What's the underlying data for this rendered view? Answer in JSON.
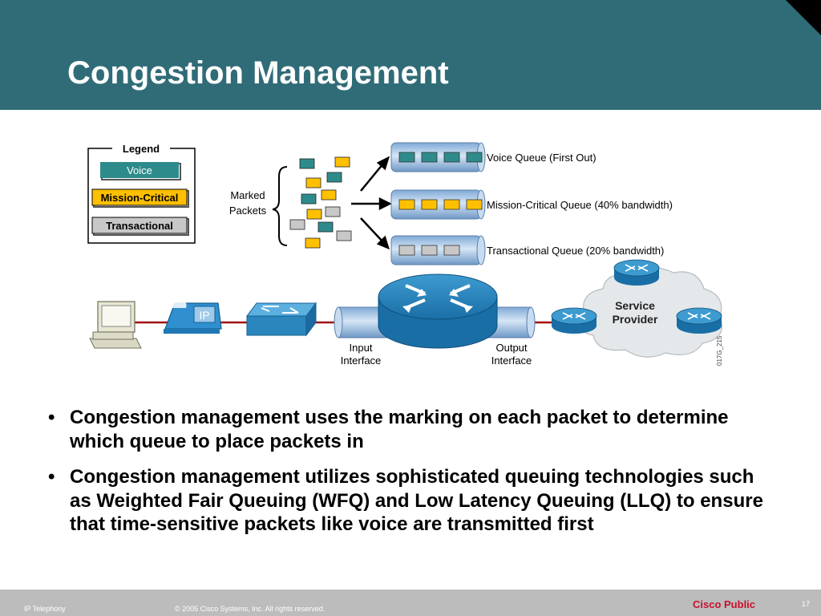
{
  "title": "Congestion Management",
  "legend": {
    "heading": "Legend",
    "items": [
      {
        "label": "Voice",
        "color": "#2e8b8b"
      },
      {
        "label": "Mission-Critical",
        "color": "#ffc000"
      },
      {
        "label": "Transactional",
        "color": "#c8c8c8"
      }
    ]
  },
  "marked_packets": {
    "line1": "Marked",
    "line2": "Packets"
  },
  "queues": [
    {
      "label": "Voice Queue (First Out)",
      "packet_color": "#2e8b8b",
      "packets": 4
    },
    {
      "label": "Mission-Critical Queue (40% bandwidth)",
      "packet_color": "#ffc000",
      "packets": 4
    },
    {
      "label": "Transactional Queue (20% bandwidth)",
      "packet_color": "#c8c8c8",
      "packets": 3
    }
  ],
  "interfaces": {
    "input": {
      "line1": "Input",
      "line2": "Interface"
    },
    "output": {
      "line1": "Output",
      "line2": "Interface"
    }
  },
  "cloud": {
    "line1": "Service",
    "line2": "Provider"
  },
  "phone_label": "IP",
  "figure_code": "017G_215",
  "bullets": [
    {
      "text": "Congestion management uses the marking on each packet to determine which queue to place packets in"
    },
    {
      "text": "Congestion management utilizes sophisticated queuing technologies such as Weighted Fair Queuing (WFQ) and Low Latency Queuing (LLQ) to ensure that time-sensitive packets like voice are transmitted first"
    }
  ],
  "footer": {
    "left": "IP Telephony",
    "copyright": "© 2005 Cisco Systems, Inc. All rights reserved.",
    "classification": "Cisco Public",
    "page_number": "17"
  },
  "colors": {
    "header": "#306c77",
    "router": "#2a86bd",
    "link": "#a01010",
    "queue_tube": "#a9c6e6",
    "footer_bg": "#bcbcbc",
    "classification": "#c8102e"
  }
}
